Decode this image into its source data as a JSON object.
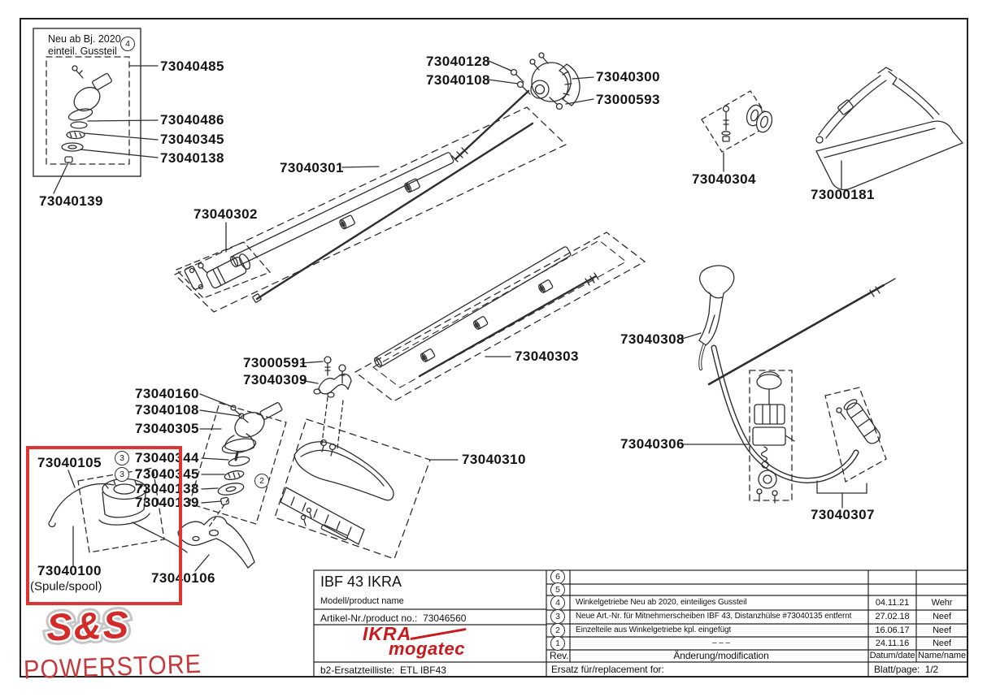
{
  "colors": {
    "line": "#2e2e2e",
    "highlight_red": "#e03434",
    "brand_red": "#c81b1e",
    "logo_red": "#d22b2a"
  },
  "diagram": {
    "top_left_box": {
      "note_line1": "Neu ab Bj. 2020",
      "note_line2": "einteil. Gussteil",
      "badge": "4",
      "housing": "73040485",
      "washer": "73040486",
      "washer2": "73040345",
      "disc": "73040138",
      "nut": "73040139"
    },
    "upper_gearhead": {
      "screw_a": "73040128",
      "screw_b": "73040108",
      "housing": "73040300",
      "screw_c": "73000593"
    },
    "upper_tube": "73040301",
    "coupler": "73040302",
    "lower_tube": "73040303",
    "clamp_small": "73040304",
    "harness": "73000181",
    "bracket_screw": "73000591",
    "bracket": "73040309",
    "lower_gearhead": {
      "screw_top": "73040160",
      "screw": "73040108",
      "housing": "73040305",
      "badge3a": "3",
      "washer_a": "73040344",
      "badge3b": "3",
      "washer_b": "73040345",
      "disc": "73040138",
      "nut": "73040139",
      "badge2": "2"
    },
    "spool_head": "73040105",
    "spool": "73040100",
    "spool_sub": "(Spule/spool)",
    "blade": "73040106",
    "guard": "73040310",
    "handle": "73040308",
    "mount": "73040306",
    "grip": "73040307"
  },
  "title_block": {
    "product": "IBF 43 IKRA",
    "product_label": "Modell/product name",
    "article_label": "Artikel-Nr./product no.:",
    "article_no": "73046560",
    "brand_line1": "IKRA",
    "brand_line2": "mogatec",
    "list_label": "b2-Ersatzteilliste:",
    "list_value": "ETL IBF43",
    "revisions": [
      {
        "no": "6",
        "text": "",
        "date": "",
        "name": ""
      },
      {
        "no": "5",
        "text": "",
        "date": "",
        "name": ""
      },
      {
        "no": "4",
        "text": "Winkelgetriebe Neu ab 2020, einteiliges Gussteil",
        "date": "04.11.21",
        "name": "Wehr"
      },
      {
        "no": "3",
        "text": "Neue Art.-Nr. für Mitnehmerscheiben IBF 43, Distanzhülse #73040135 entfernt",
        "date": "27.02.18",
        "name": "Neef"
      },
      {
        "no": "2",
        "text": "Einzelteile aus Winkelgetriebe kpl. eingefügt",
        "date": "16.06.17",
        "name": "Neef"
      },
      {
        "no": "1",
        "text": "– – –",
        "date": "24.11.16",
        "name": "Neef"
      }
    ],
    "rev_label": "Rev.",
    "change_label": "Änderung/modification",
    "date_label": "Datum/date",
    "name_label": "Name/name",
    "replacement_label": "Ersatz für/replacement for:",
    "page_label": "Blatt/page:",
    "page_value": "1/2"
  },
  "watermark": {
    "logo_ss": "S&S",
    "logo_store": "POWERSTORE"
  }
}
